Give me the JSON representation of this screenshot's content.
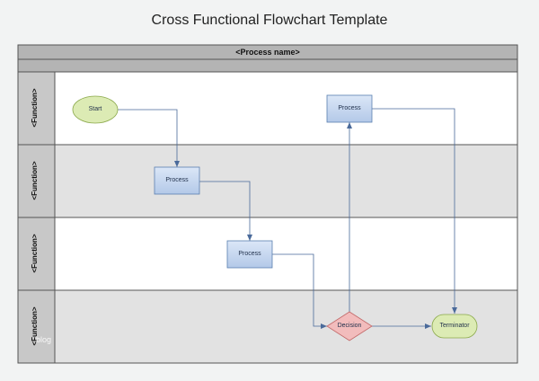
{
  "title": "Cross Functional Flowchart Template",
  "pool": {
    "header": "<Process name>",
    "lanes": [
      {
        "label": "<Function>"
      },
      {
        "label": "<Function>"
      },
      {
        "label": "<Function>"
      },
      {
        "label": "<Function>"
      }
    ]
  },
  "nodes": {
    "start": "Start",
    "process_1": "Process",
    "process_2": "Process",
    "process_3": "Process",
    "decision": "Decision",
    "terminator": "Terminator"
  },
  "watermark": "blog",
  "colors": {
    "header_fill": "#b4b4b4",
    "lane_label_fill": "#c8c8c8",
    "lane_alt_fill": "#e2e2e2",
    "process_fill": "#c5d7ef",
    "process_stroke": "#5a7fb0",
    "start_fill": "#dcebb4",
    "start_stroke": "#8aa84a",
    "decision_fill": "#f2bcbc",
    "decision_stroke": "#c26868",
    "connector": "#4a6a9a"
  }
}
